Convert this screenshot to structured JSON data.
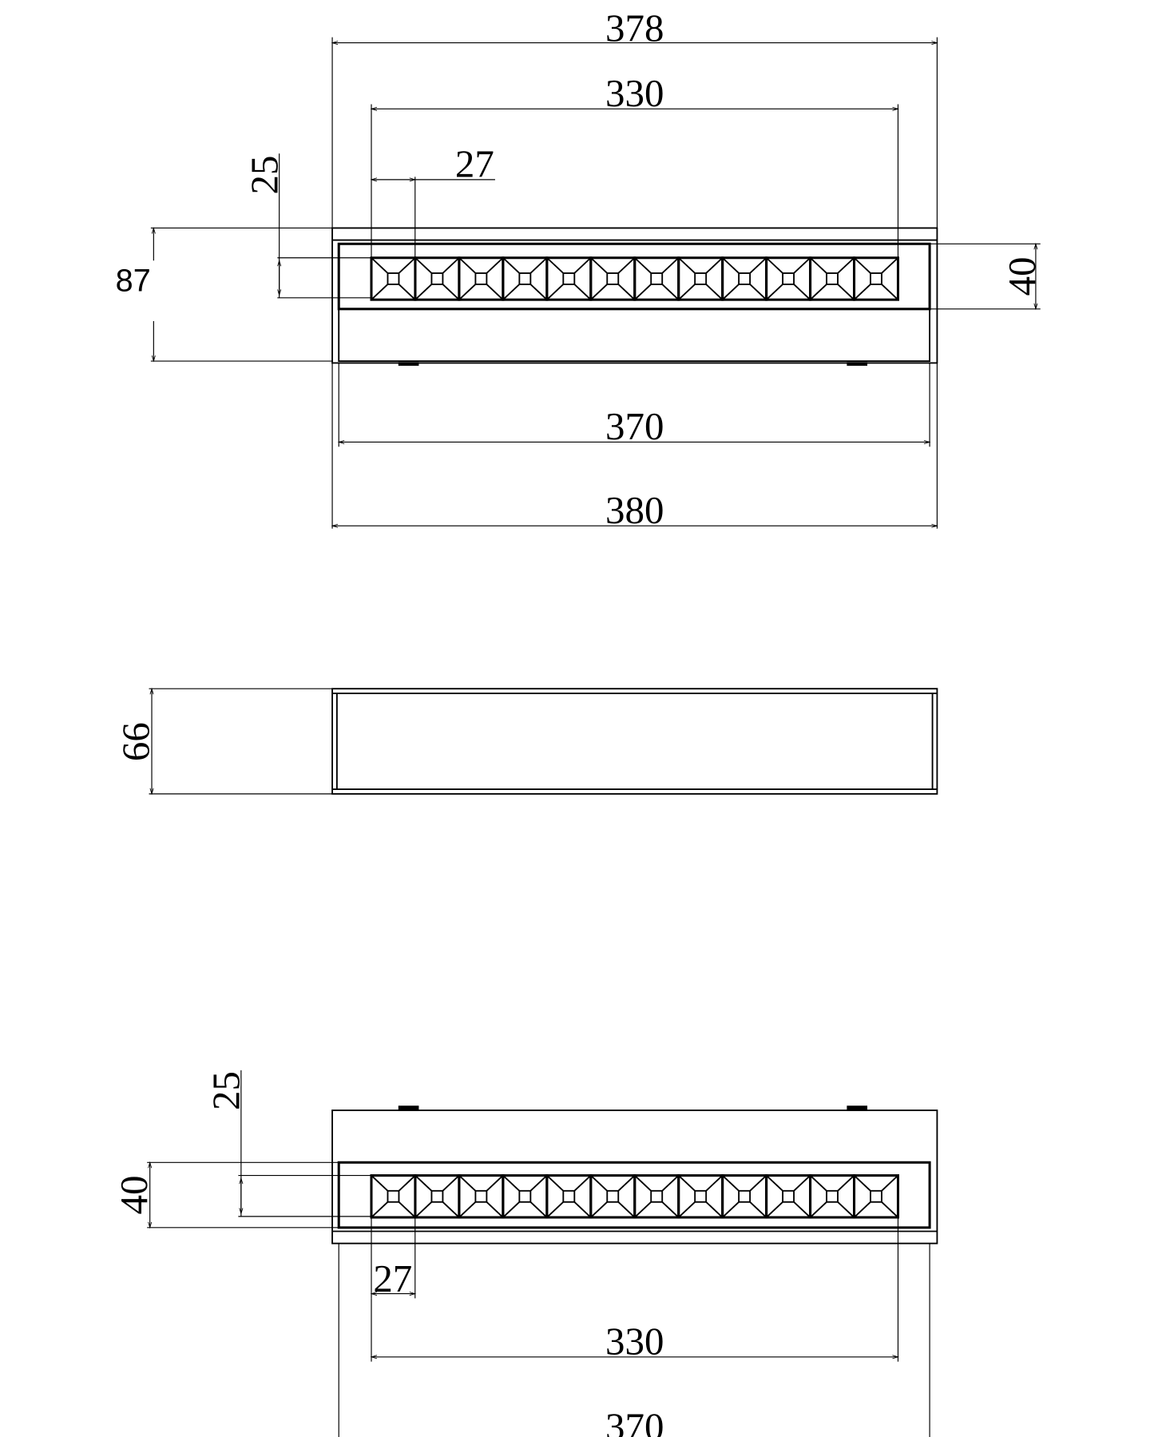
{
  "title": "LED linear luminaire dimension drawing",
  "top_view": {
    "overall_outer": "378",
    "led_length": "330",
    "led_pitch": "27",
    "led_height": "25",
    "depth": "87",
    "panel_height": "40",
    "body_inner": "370",
    "body_outer": "380",
    "led_count": 12
  },
  "side_view": {
    "height": "66"
  },
  "bottom_view": {
    "led_height": "25",
    "panel_height": "40",
    "led_pitch": "27",
    "led_length": "330",
    "body_inner": "370",
    "led_count": 12
  }
}
